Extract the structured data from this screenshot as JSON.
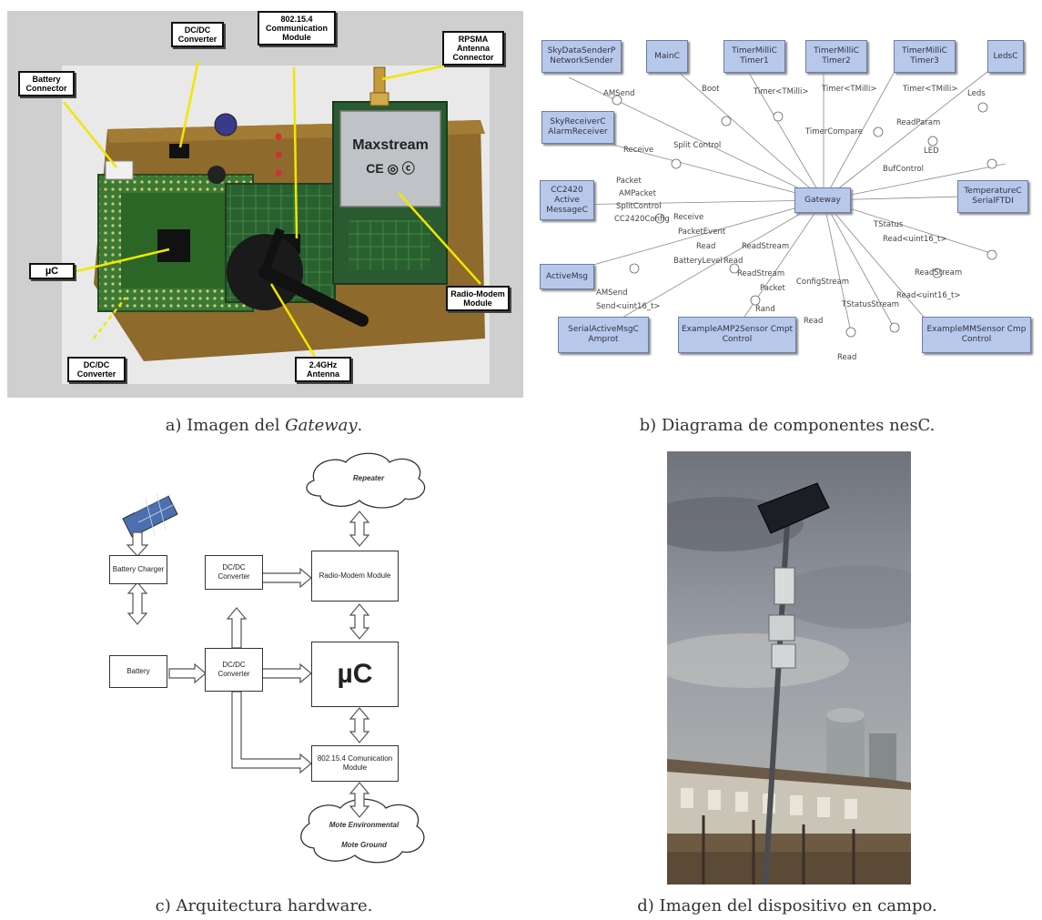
{
  "panels": {
    "a": {
      "caption_prefix": "a) Imagen del ",
      "caption_italic": "Gateway",
      "caption_suffix": ".",
      "callouts": {
        "dcdc_top": "DC/DC Converter",
        "comm_module": "802.15.4 Communication Module",
        "rpsma": "RPSMA Antenna Connector",
        "battery": "Battery Connector",
        "uc": "µC",
        "radio_modem": "Radio-Modem Module",
        "dcdc_bottom": "DC/DC Converter",
        "antenna": "2.4GHz Antenna"
      },
      "board_brand": "Maxstream"
    },
    "b": {
      "caption": "b) Diagrama de componentes nesC.",
      "center": "Gateway",
      "components": [
        "SkyDataSenderP NetworkSender",
        "MainC",
        "TimerMilliC Timer1",
        "TimerMilliC Timer2",
        "TimerMilliC Timer3",
        "LedsC",
        "SkyReceiverC AlarmReceiver",
        "CC2420 Active MessageC",
        "TemperatureC SerialFTDI",
        "ActiveMsg",
        "SerialActiveMsgC Amprot",
        "ExampleAMP2Sensor Cmpt Control",
        "ExampleMMSensor Cmp Control"
      ],
      "interfaces": [
        "AMSend",
        "Boot",
        "Timer<TMilli>",
        "Timer<TMilli>",
        "Timer<TMilli>",
        "Leds",
        "Receive",
        "Split Control",
        "TimerCompare",
        "ReadParam",
        "LED",
        "BufControl",
        "Packet",
        "AMPacket",
        "SplitControl",
        "CC2420Config",
        "Receive",
        "PacketEvent",
        "Read",
        "ReadStream",
        "Read",
        "ReadStream",
        "TStatus",
        "Read<uint16_t>",
        "Read<uint16_t>",
        "Rand",
        "ConfigStream",
        "TStatusStream",
        "Read",
        "Read",
        "AMSend",
        "Packet",
        "Send<uint16_t>",
        "BatteryLevel",
        "ReadStream"
      ]
    },
    "c": {
      "caption": "c) Arquitectura hardware.",
      "blocks": {
        "battery_charger": "Battery Charger",
        "battery": "Battery",
        "dcdc1": "DC/DC Converter",
        "dcdc2": "DC/DC Converter",
        "radio_modem": "Radio-Modem Module",
        "uc": "µC",
        "comm": "802.15.4 Comunication Module",
        "repeater": "Repeater",
        "mote_line1": "Mote Environmental",
        "mote_line2": "Mote Ground"
      }
    },
    "d": {
      "caption": "d) Imagen del dispositivo en campo."
    }
  },
  "colors": {
    "component_fill": "#b7c8ea",
    "callout_line": "#f2e600",
    "pcb_green": "#2f6b2a",
    "pcb_brown": "#8a6a2a",
    "sky": "#7b7f88"
  }
}
